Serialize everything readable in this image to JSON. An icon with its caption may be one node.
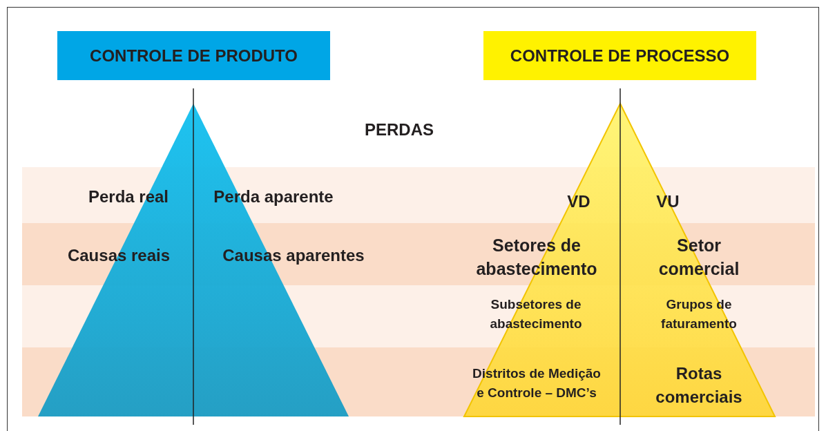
{
  "diagram": {
    "nodes": [
      {
        "text": [
          "CONTROLE DE PRODUTO"
        ]
      },
      {
        "text": [
          "CONTROLE DE PROCESSO"
        ]
      },
      {
        "text": [
          "Perda real",
          "Perda aparente",
          "Causas reais",
          "Causas aparentes"
        ]
      },
      {
        "text": [
          "VD",
          "VU",
          "Setores de abastecimento",
          "Setor comercial",
          "Subsetores de abastecimento",
          "Grupos de faturamento",
          "Distritos de Medição e Controle – DMC’s",
          "Rotas comerciais"
        ]
      }
    ],
    "labels": [
      "PERDAS"
    ]
  }
}
